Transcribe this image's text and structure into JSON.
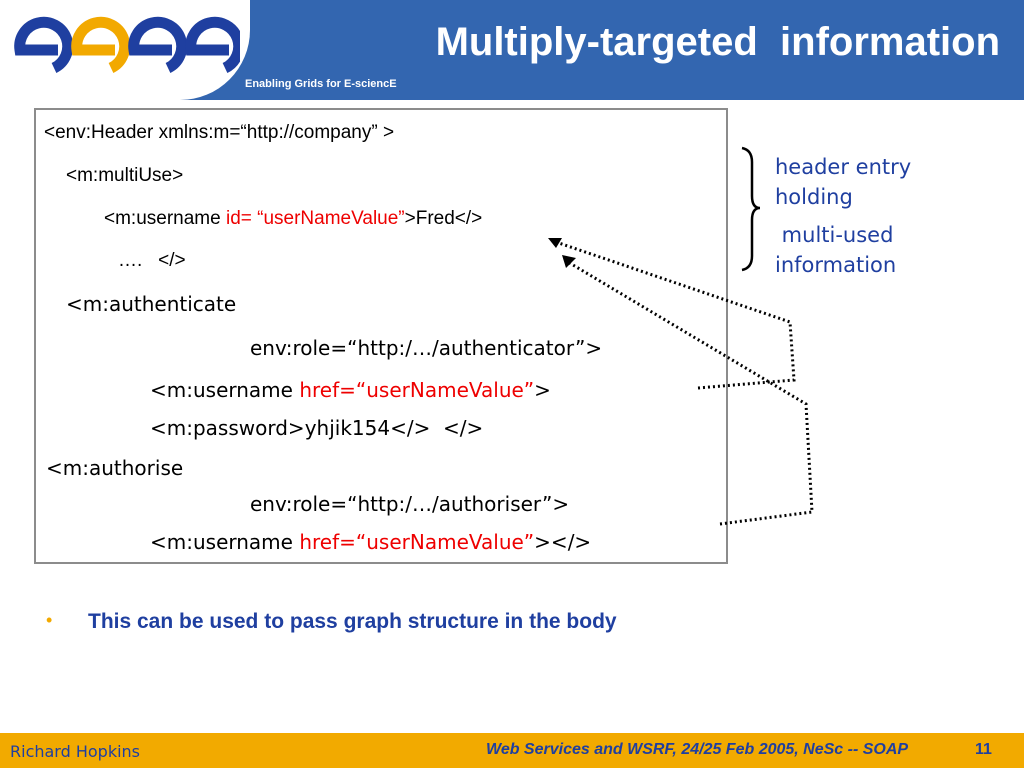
{
  "header": {
    "title": "Multiply-targeted  information",
    "subtitle": "Enabling Grids for E-sciencE",
    "logo_text": "egee",
    "colors": {
      "band": "#3366b0",
      "logo_blue": "#1f3fa0",
      "logo_orange": "#f2a900"
    }
  },
  "code": {
    "line1": "<env:Header xmlns:m=“http://company” >",
    "line2": "<m:multiUse>",
    "line3_a": "<m:username ",
    "line3_b": "id= “userNameValue”",
    "line3_c": ">Fred</>",
    "line4": "….   </>",
    "line5": "<m:authenticate",
    "line6": "env:role=“http:/…/authenticator”>",
    "line7_a": "<m:username ",
    "line7_b": "href=“userNameValue”",
    "line7_c": ">",
    "line8": "<m:password>yhjik154</>  </>",
    "line9": "<m:authorise",
    "line10": "env:role=“http:/…/authoriser”>",
    "line11_a": "<m:username ",
    "line11_b": "href=“userNameValue”",
    "line11_c": "></>"
  },
  "annotation": {
    "line1": "header entry",
    "line2": "holding",
    "line3": " multi-used",
    "line4": "information"
  },
  "bullet": {
    "text": "This can be used to pass graph structure in the body"
  },
  "footer": {
    "author": "Richard Hopkins",
    "event": "Web Services and WSRF, 24/25 Feb 2005, NeSc -- SOAP",
    "page": "11",
    "color": "#f2aa00"
  }
}
